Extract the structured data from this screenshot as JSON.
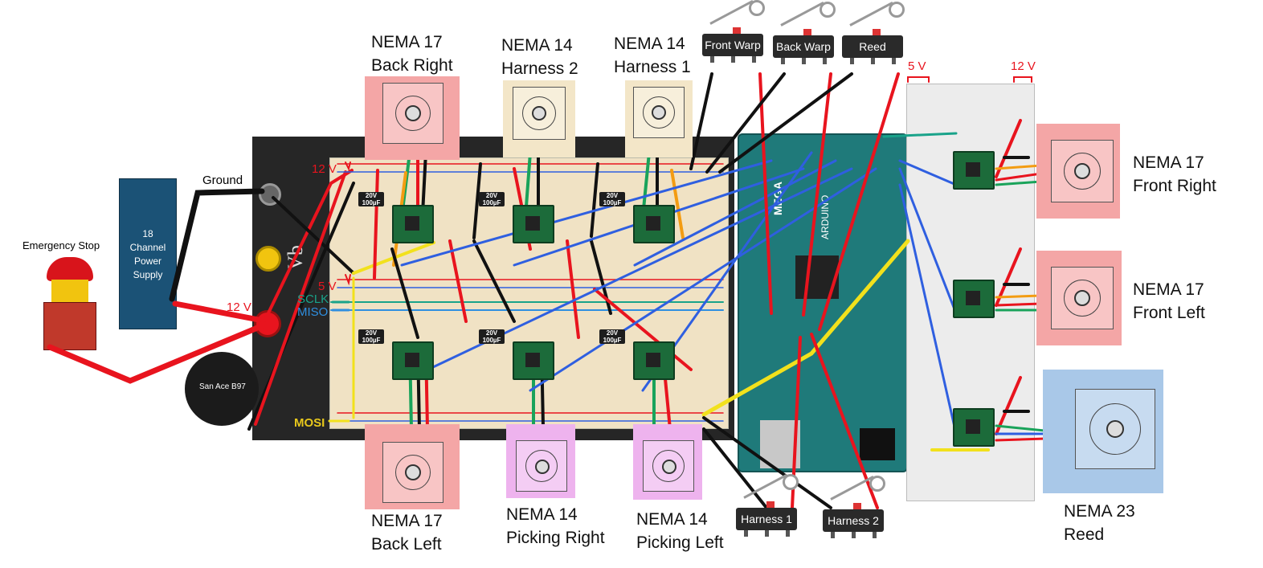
{
  "labels": {
    "ground": "Ground",
    "emergency_stop": "Emergency Stop",
    "power_supply": "18\nChannel\nPower\nSupply",
    "v12_left": "12 V",
    "v12_board": "12 V",
    "v5_board": "5 V",
    "v5_right": "5 V",
    "v12_right": "12 V",
    "sclk": "SCLK",
    "miso": "MISO",
    "mosi": "MOSI",
    "vb": "Vb",
    "fan_brand": "San Ace B97",
    "arduino": "ARDUINO",
    "mega": "MEGA"
  },
  "motors": {
    "back_right": "NEMA 17\nBack Right",
    "harness2": "NEMA 14\nHarness 2",
    "harness1": "NEMA 14\nHarness 1",
    "front_right": "NEMA 17\nFront Right",
    "front_left": "NEMA 17\nFront Left",
    "reed": "NEMA 23\nReed",
    "back_left": "NEMA 17\nBack Left",
    "picking_right": "NEMA 14\nPicking Right",
    "picking_left": "NEMA 14\nPicking Left"
  },
  "switches": {
    "front_warp": "Front Warp",
    "back_warp": "Back Warp",
    "reed": "Reed",
    "harness1": "Harness 1",
    "harness2": "Harness 2"
  },
  "caps": [
    "20V\n100µF",
    "20V\n100µF",
    "20V\n100µF",
    "20V\n100µF",
    "20V\n100µF",
    "20V\n100µF"
  ],
  "colors": {
    "nema17": "#f4a6a6",
    "nema14_top": "#f3e6c8",
    "nema14_bottom": "#eeb3ee",
    "nema23": "#a9c8e8",
    "psu": "#1b5276",
    "wire_red": "#e8141e",
    "wire_black": "#111111",
    "wire_blue": "#2f5fe0",
    "wire_yellow": "#f2e11c",
    "wire_green": "#19a35a",
    "wire_orange": "#f39c12",
    "arduino": "#1f7a7a",
    "board_bg": "#262626",
    "breadboard": "#f0e2c4"
  }
}
